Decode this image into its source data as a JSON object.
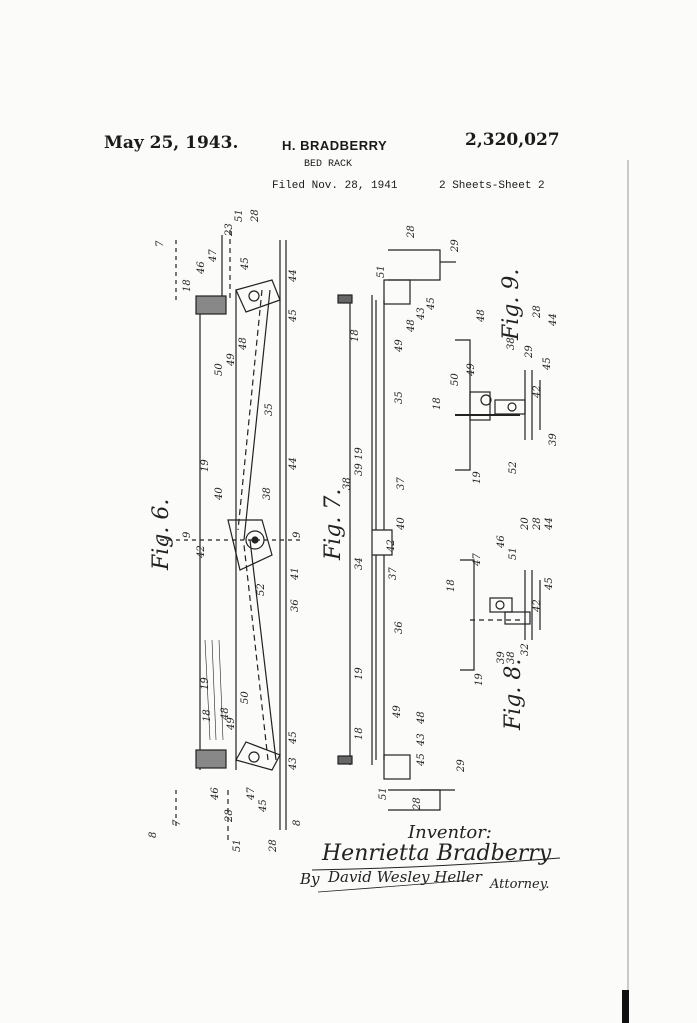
{
  "header": {
    "date": "May 25, 1943.",
    "inventor_name": "H. BRADBERRY",
    "patent_number": "2,320,027",
    "subject": "BED RACK",
    "filed": "Filed Nov. 28, 1941",
    "sheets": "2 Sheets-Sheet 2"
  },
  "figures": {
    "fig6": "Fig. 6.",
    "fig7": "Fig. 7.",
    "fig8": "Fig. 8.",
    "fig9": "Fig. 9."
  },
  "signature": {
    "inventor_label": "Inventor:",
    "inventor_signature": "Henrietta Bradberry",
    "by_label": "By",
    "attorney_signature": "David Wesley Heller",
    "attorney_label": "Attorney."
  },
  "reference_numerals": {
    "fig6": [
      "7",
      "18",
      "46",
      "47",
      "23",
      "51",
      "28",
      "45",
      "44",
      "45",
      "48",
      "49",
      "50",
      "35",
      "19",
      "44",
      "38",
      "40",
      "9",
      "9",
      "42",
      "41",
      "52",
      "36",
      "19",
      "50",
      "18",
      "49",
      "48",
      "45",
      "43",
      "46",
      "47",
      "28",
      "45",
      "51",
      "28",
      "8",
      "7",
      "8"
    ],
    "fig7": [
      "28",
      "29",
      "51",
      "48",
      "43",
      "45",
      "18",
      "49",
      "35",
      "19",
      "39",
      "38",
      "37",
      "40",
      "42",
      "37",
      "34",
      "36",
      "19",
      "18",
      "49",
      "48",
      "43",
      "45",
      "29",
      "51",
      "28"
    ],
    "fig8": [
      "46",
      "47",
      "18",
      "51",
      "20",
      "28",
      "44",
      "45",
      "42",
      "32",
      "38",
      "39",
      "19"
    ],
    "fig9": [
      "48",
      "38",
      "28",
      "44",
      "29",
      "45",
      "42",
      "39",
      "50",
      "49",
      "18",
      "19",
      "52"
    ]
  }
}
